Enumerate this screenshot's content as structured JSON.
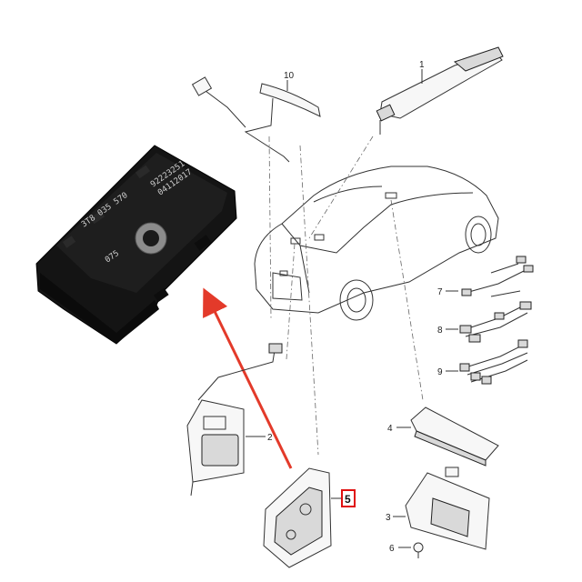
{
  "photo": {
    "label_lines": [
      "3T8 035 570",
      "92223251",
      "04112017",
      "075"
    ]
  },
  "callouts": {
    "p1": "1",
    "p2": "2",
    "p3": "3",
    "p4": "4",
    "p5": "5",
    "p6": "6",
    "p7": "7",
    "p8": "8",
    "p9": "9",
    "p10": "10"
  },
  "colors": {
    "highlight_box": "#e01010",
    "arrow": "#e33a2a",
    "photo_body": "#141414"
  }
}
